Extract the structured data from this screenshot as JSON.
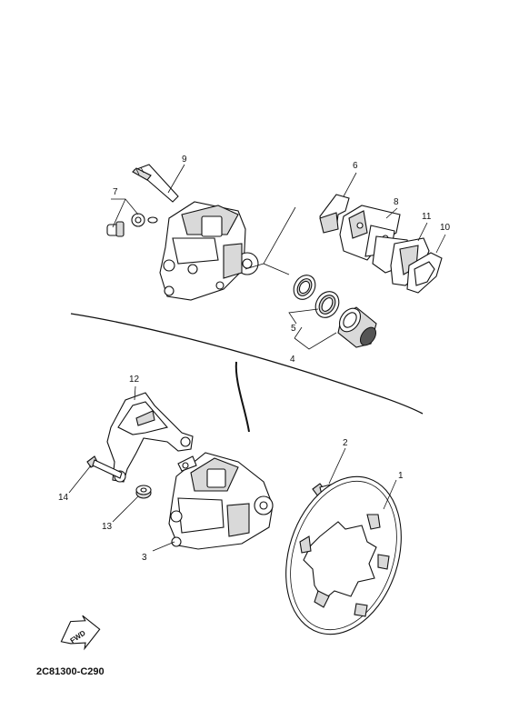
{
  "callouts": [
    "1",
    "2",
    "3",
    "4",
    "5",
    "6",
    "7",
    "8",
    "9",
    "10",
    "11",
    "12",
    "13",
    "14"
  ],
  "diagram_code": "2C81300-C290",
  "fwd_label": "FWD"
}
